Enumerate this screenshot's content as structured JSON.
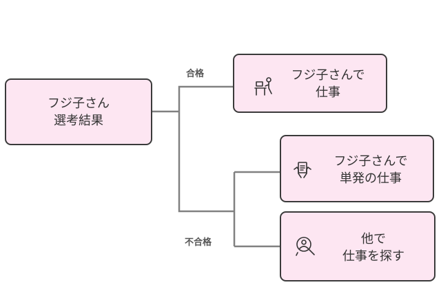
{
  "diagram": {
    "root": {
      "lines": [
        "フジ子さん",
        "選考結果"
      ]
    },
    "branches": {
      "pass_label": "合格",
      "fail_label": "不合格"
    },
    "outcomes": [
      {
        "id": "work-at-fujiko",
        "icon": "person-at-desk-icon",
        "lines": [
          "フジ子さんで",
          "仕事"
        ]
      },
      {
        "id": "one-off-work",
        "icon": "holding-document-icon",
        "lines": [
          "フジ子さんで",
          "単発の仕事"
        ]
      },
      {
        "id": "find-other-work",
        "icon": "person-search-icon",
        "lines": [
          "他で",
          "仕事を探す"
        ]
      }
    ],
    "colors": {
      "box_fill": "#fde6f2",
      "box_border": "#3a3a3a",
      "connector": "#808080",
      "text": "#333333"
    }
  }
}
